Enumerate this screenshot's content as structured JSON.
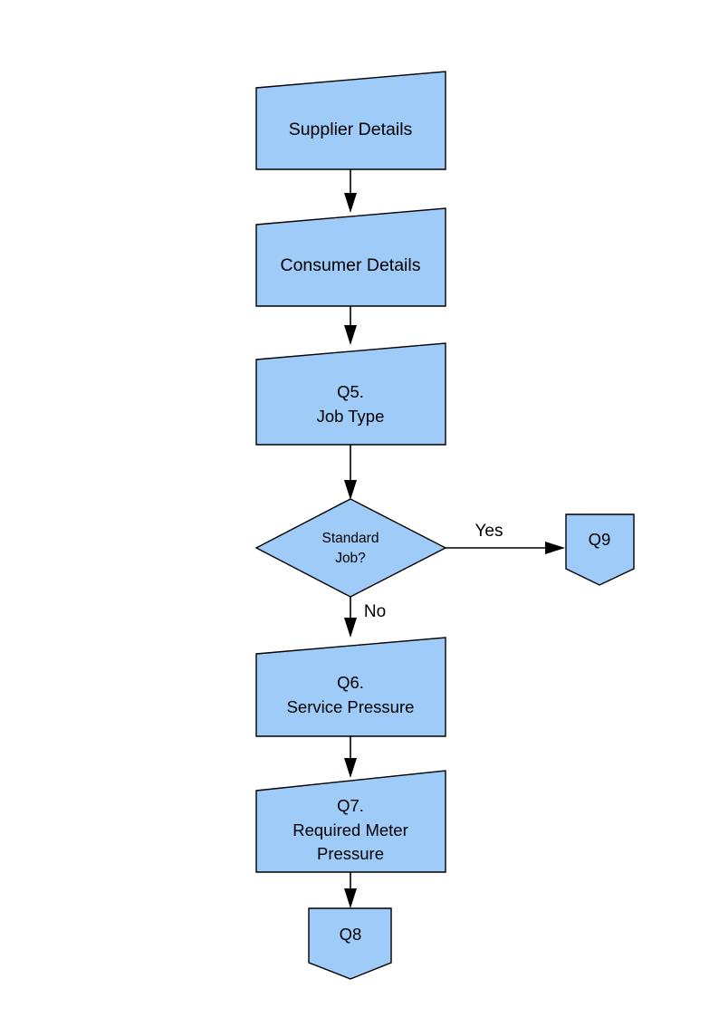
{
  "diagram": {
    "type": "flowchart",
    "title": "",
    "colors": {
      "node_fill": "#9FCBF8",
      "node_stroke": "#000000",
      "connector": "#000000",
      "background": "#ffffff",
      "text": "#000000"
    },
    "nodes": [
      {
        "id": "supplier-details",
        "shape": "slanted-top-rectangle",
        "lines": [
          "Supplier Details"
        ],
        "line1": "Supplier Details",
        "line2": "",
        "line3": ""
      },
      {
        "id": "consumer-details",
        "shape": "slanted-top-rectangle",
        "lines": [
          "Consumer Details"
        ],
        "line1": "Consumer Details",
        "line2": "",
        "line3": ""
      },
      {
        "id": "q5-job-type",
        "shape": "slanted-top-rectangle",
        "lines": [
          "Q5.",
          "Job Type"
        ],
        "line1": "Q5.",
        "line2": "Job Type",
        "line3": ""
      },
      {
        "id": "standard-job-decision",
        "shape": "diamond",
        "lines": [
          "Standard",
          "Job?"
        ],
        "line1": "Standard",
        "line2": "Job?",
        "line3": ""
      },
      {
        "id": "q9",
        "shape": "pentagon-down",
        "lines": [
          "Q9"
        ],
        "line1": "Q9",
        "line2": "",
        "line3": ""
      },
      {
        "id": "q6-service-pressure",
        "shape": "slanted-top-rectangle",
        "lines": [
          "Q6.",
          "Service Pressure"
        ],
        "line1": "Q6.",
        "line2": "Service Pressure",
        "line3": ""
      },
      {
        "id": "q7-required-meter-pressure",
        "shape": "slanted-top-rectangle",
        "lines": [
          "Q7.",
          "Required Meter",
          "Pressure"
        ],
        "line1": "Q7.",
        "line2": "Required Meter",
        "line3": "Pressure"
      },
      {
        "id": "q8",
        "shape": "pentagon-down",
        "lines": [
          "Q8"
        ],
        "line1": "Q8",
        "line2": "",
        "line3": ""
      }
    ],
    "edges": [
      {
        "id": "e1",
        "from": "supplier-details",
        "to": "consumer-details",
        "label": ""
      },
      {
        "id": "e2",
        "from": "consumer-details",
        "to": "q5-job-type",
        "label": ""
      },
      {
        "id": "e3",
        "from": "q5-job-type",
        "to": "standard-job-decision",
        "label": ""
      },
      {
        "id": "e4",
        "from": "standard-job-decision",
        "to": "q9",
        "label": "Yes"
      },
      {
        "id": "e5",
        "from": "standard-job-decision",
        "to": "q6-service-pressure",
        "label": "No"
      },
      {
        "id": "e6",
        "from": "q6-service-pressure",
        "to": "q7-required-meter-pressure",
        "label": ""
      },
      {
        "id": "e7",
        "from": "q7-required-meter-pressure",
        "to": "q8",
        "label": ""
      }
    ],
    "edge_labels": {
      "yes": "Yes",
      "no": "No"
    }
  }
}
